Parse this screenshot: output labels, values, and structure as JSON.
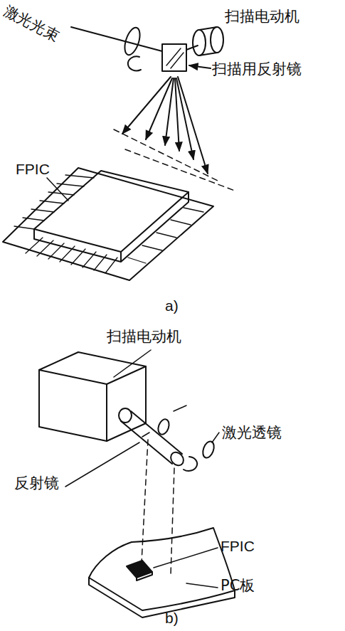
{
  "diagram": {
    "labels": [
      "激光光束",
      "扫描电动机",
      "扫描用反射镜",
      "FPIC",
      "a)",
      "扫描电动机",
      "激光透镜",
      "反射镜",
      "FPIC",
      "PC板",
      "b)"
    ]
  }
}
